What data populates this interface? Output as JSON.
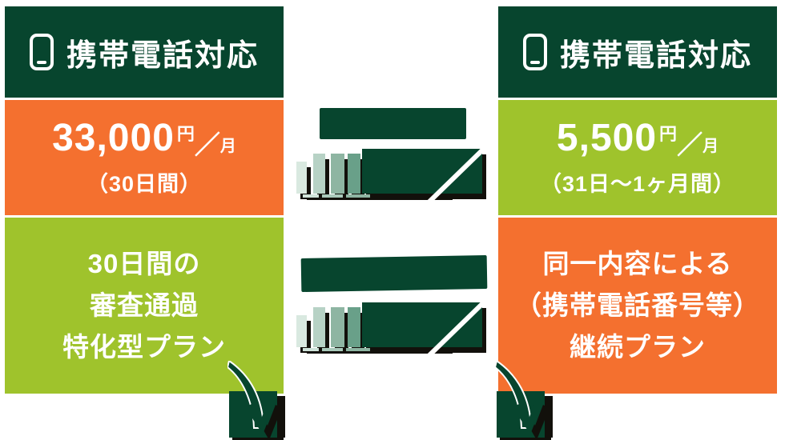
{
  "colors": {
    "dark_green": "#07452e",
    "orange": "#f4702f",
    "light_green": "#9fc32c",
    "shadow_black": "#12100b",
    "arrow_stripe_1": "#d9e9e0",
    "arrow_stripe_2": "#b7d2c5",
    "arrow_stripe_3": "#8eb5a2",
    "arrow_stripe_4": "#69a089",
    "text_white": "#ffffff"
  },
  "cards": {
    "left": {
      "header": {
        "icon": "smartphone-icon",
        "label": "携帯電話対応"
      },
      "price": {
        "amount": "33,000",
        "unit_yen": "円",
        "unit_slash": "／",
        "unit_month": "月",
        "period": "（30日間）"
      },
      "description": {
        "line1": "30日間の",
        "line2": "審査通過",
        "line3": "特化型プラン"
      }
    },
    "right": {
      "header": {
        "icon": "smartphone-icon",
        "label": "携帯電話対応"
      },
      "price": {
        "amount": "5,500",
        "unit_yen": "円",
        "unit_slash": "／",
        "unit_month": "月",
        "period": "（31日〜1ヶ月間）"
      },
      "description": {
        "line1": "同一内容による",
        "line2": "（携帯電話番号等）",
        "line3": "継続プラン"
      }
    }
  }
}
